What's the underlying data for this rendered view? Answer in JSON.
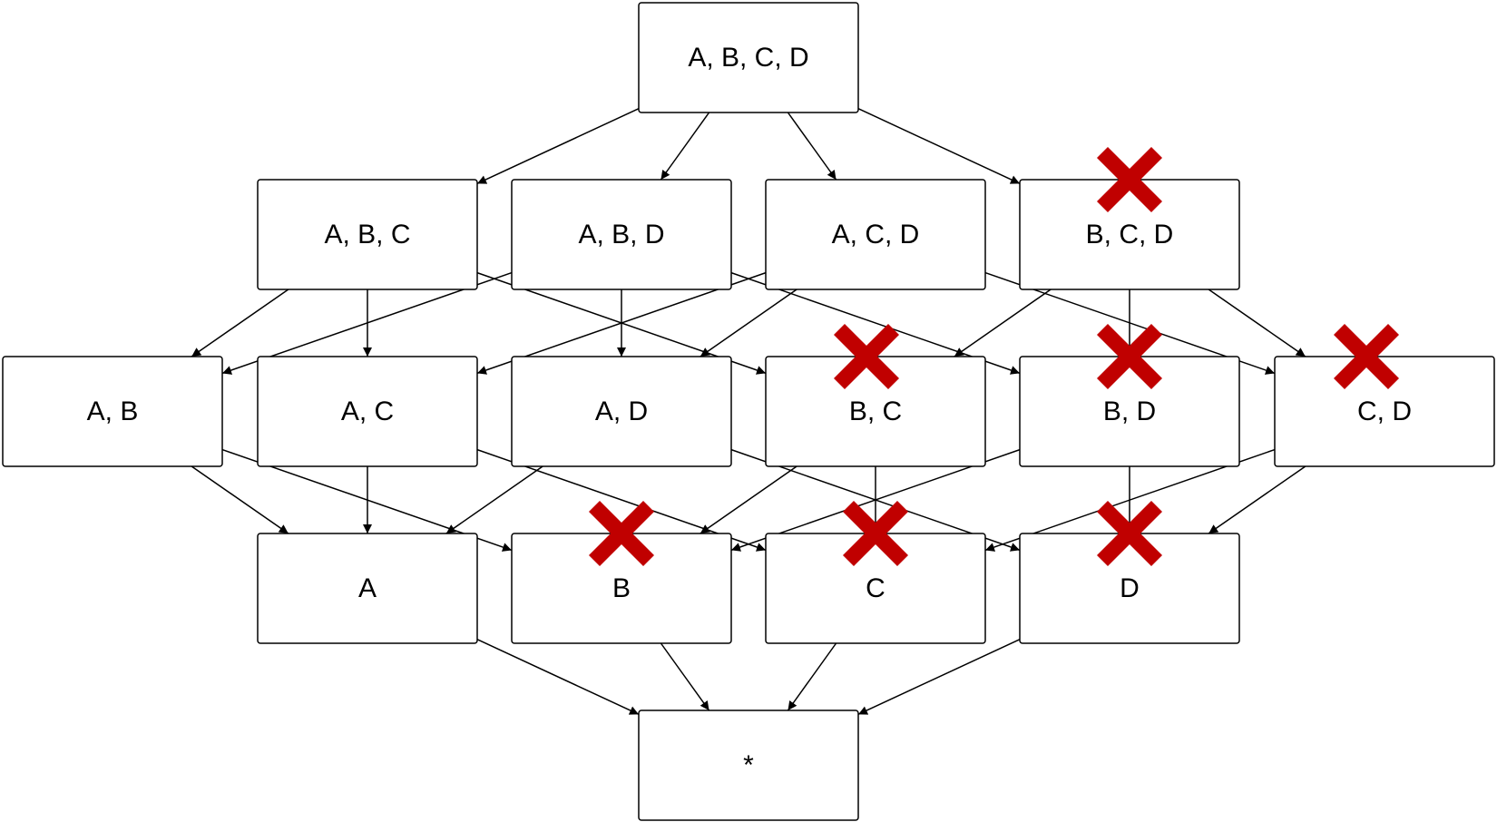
{
  "nodes": [
    {
      "id": "ABCD",
      "label": "A, B, C, D",
      "pruned": false
    },
    {
      "id": "ABC",
      "label": "A, B, C",
      "pruned": false
    },
    {
      "id": "ABD",
      "label": "A, B, D",
      "pruned": false
    },
    {
      "id": "ACD",
      "label": "A, C, D",
      "pruned": false
    },
    {
      "id": "BCD",
      "label": "B, C, D",
      "pruned": true
    },
    {
      "id": "AB",
      "label": "A, B",
      "pruned": false
    },
    {
      "id": "AC",
      "label": "A, C",
      "pruned": false
    },
    {
      "id": "AD",
      "label": "A, D",
      "pruned": false
    },
    {
      "id": "BC",
      "label": "B, C",
      "pruned": true
    },
    {
      "id": "BD",
      "label": "B, D",
      "pruned": true
    },
    {
      "id": "CD",
      "label": "C, D",
      "pruned": true
    },
    {
      "id": "A",
      "label": "A",
      "pruned": false
    },
    {
      "id": "B",
      "label": "B",
      "pruned": true
    },
    {
      "id": "C",
      "label": "C",
      "pruned": true
    },
    {
      "id": "D",
      "label": "D",
      "pruned": true
    },
    {
      "id": "EMPTY",
      "label": "*",
      "pruned": false
    }
  ],
  "edges": [
    [
      "ABCD",
      "ABC"
    ],
    [
      "ABCD",
      "ABD"
    ],
    [
      "ABCD",
      "ACD"
    ],
    [
      "ABCD",
      "BCD"
    ],
    [
      "ABC",
      "AB"
    ],
    [
      "ABC",
      "AC"
    ],
    [
      "ABC",
      "BC"
    ],
    [
      "ABD",
      "AB"
    ],
    [
      "ABD",
      "AD"
    ],
    [
      "ABD",
      "BD"
    ],
    [
      "ACD",
      "AC"
    ],
    [
      "ACD",
      "AD"
    ],
    [
      "ACD",
      "CD"
    ],
    [
      "BCD",
      "BC"
    ],
    [
      "BCD",
      "BD"
    ],
    [
      "BCD",
      "CD"
    ],
    [
      "AB",
      "A"
    ],
    [
      "AB",
      "B"
    ],
    [
      "AC",
      "A"
    ],
    [
      "AC",
      "C"
    ],
    [
      "AD",
      "A"
    ],
    [
      "AD",
      "D"
    ],
    [
      "BC",
      "B"
    ],
    [
      "BC",
      "C"
    ],
    [
      "BD",
      "B"
    ],
    [
      "BD",
      "D"
    ],
    [
      "CD",
      "C"
    ],
    [
      "CD",
      "D"
    ],
    [
      "A",
      "EMPTY"
    ],
    [
      "B",
      "EMPTY"
    ],
    [
      "C",
      "EMPTY"
    ],
    [
      "D",
      "EMPTY"
    ]
  ],
  "colors": {
    "line": "#000000",
    "mark": "#c00000",
    "box_fill": "#ffffff"
  }
}
